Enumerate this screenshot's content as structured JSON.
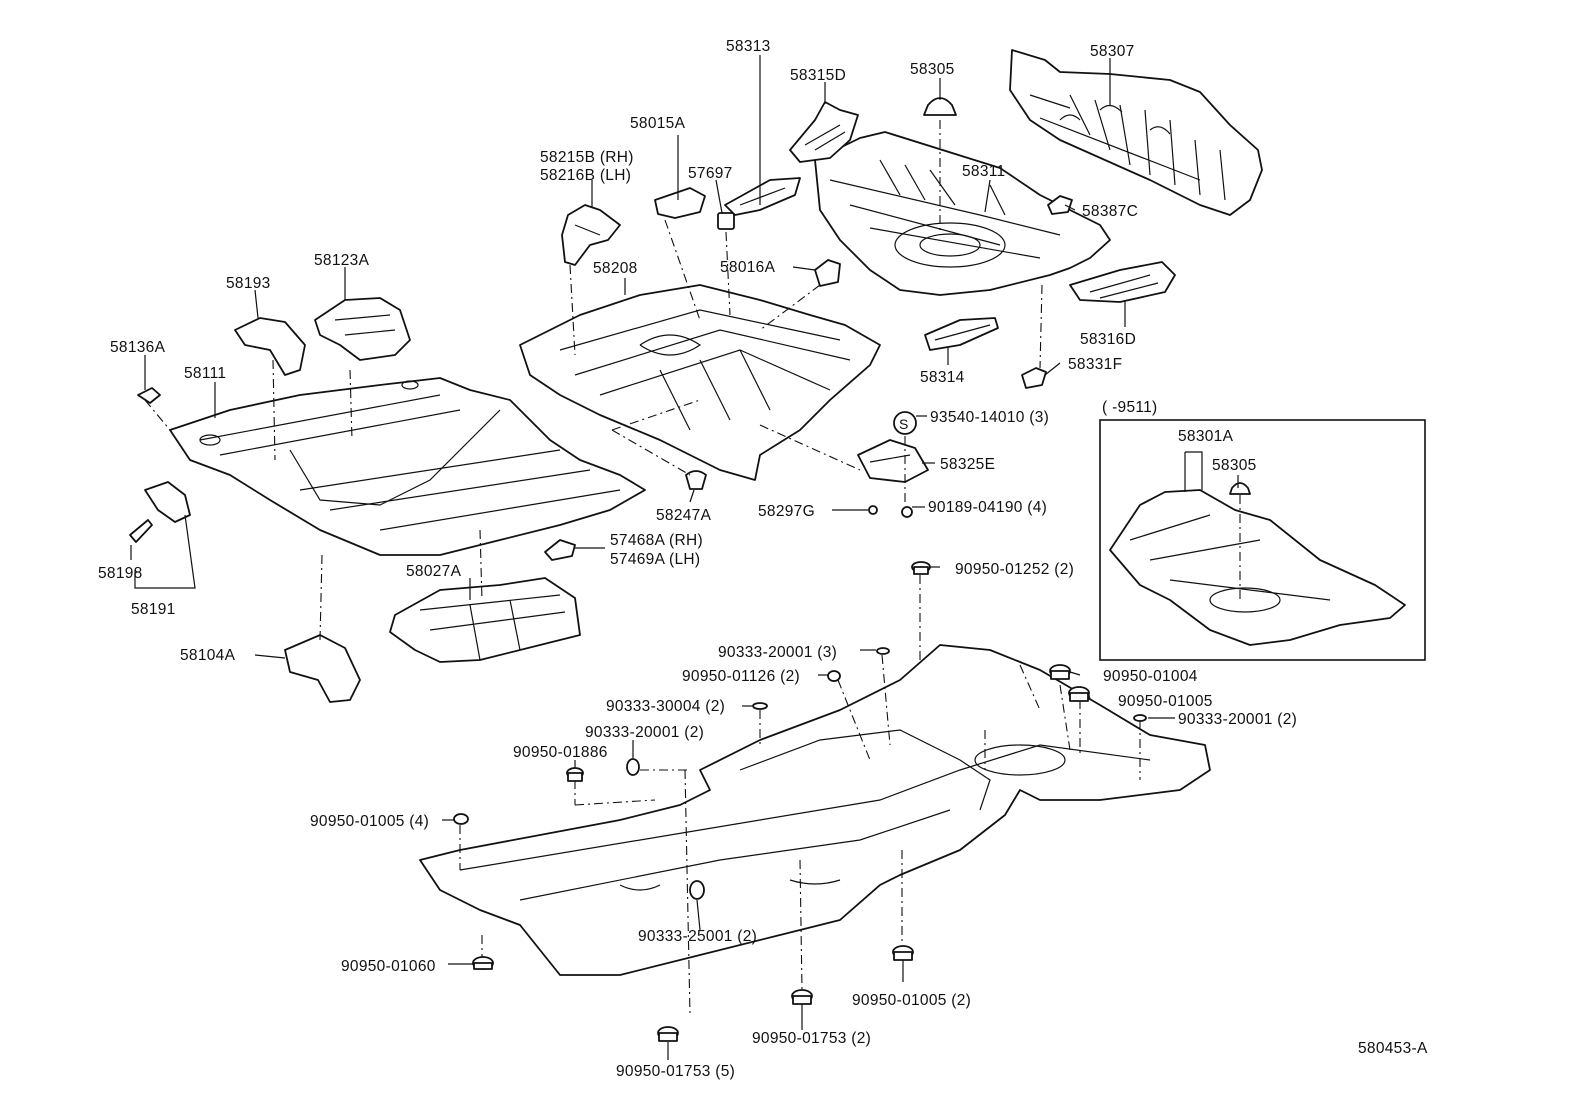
{
  "diagram_code": "580453-A",
  "inset_range": "(      -9511)",
  "callouts": [
    {
      "id": "58313",
      "text": "58313"
    },
    {
      "id": "58315D",
      "text": "58315D"
    },
    {
      "id": "58305",
      "text": "58305"
    },
    {
      "id": "58307",
      "text": "58307"
    },
    {
      "id": "58015A",
      "text": "58015A"
    },
    {
      "id": "58215B",
      "text": "58215B (RH)"
    },
    {
      "id": "58216B",
      "text": "58216B (LH)"
    },
    {
      "id": "57697",
      "text": "57697"
    },
    {
      "id": "58311",
      "text": "58311"
    },
    {
      "id": "58387C",
      "text": "58387C"
    },
    {
      "id": "58193",
      "text": "58193"
    },
    {
      "id": "58123A",
      "text": "58123A"
    },
    {
      "id": "58208",
      "text": "58208"
    },
    {
      "id": "58016A",
      "text": "58016A"
    },
    {
      "id": "58316D",
      "text": "58316D"
    },
    {
      "id": "58136A",
      "text": "58136A"
    },
    {
      "id": "58314",
      "text": "58314"
    },
    {
      "id": "58331F",
      "text": "58331F"
    },
    {
      "id": "58111",
      "text": "58111"
    },
    {
      "id": "93540-14010",
      "text": "93540-14010 (3)"
    },
    {
      "id": "58301A",
      "text": "58301A"
    },
    {
      "id": "58305-inset",
      "text": "58305"
    },
    {
      "id": "58325E",
      "text": "58325E"
    },
    {
      "id": "58247A",
      "text": "58247A"
    },
    {
      "id": "58297G",
      "text": "58297G"
    },
    {
      "id": "90189-04190",
      "text": "90189-04190 (4)"
    },
    {
      "id": "58198",
      "text": "58198"
    },
    {
      "id": "58191",
      "text": "58191"
    },
    {
      "id": "57468A",
      "text": "57468A (RH)"
    },
    {
      "id": "57469A",
      "text": "57469A (LH)"
    },
    {
      "id": "58027A",
      "text": "58027A"
    },
    {
      "id": "90950-01252",
      "text": "90950-01252 (2)"
    },
    {
      "id": "58104A",
      "text": "58104A"
    },
    {
      "id": "90333-20001-3",
      "text": "90333-20001 (3)"
    },
    {
      "id": "90950-01126",
      "text": "90950-01126 (2)"
    },
    {
      "id": "90950-01004",
      "text": "90950-01004"
    },
    {
      "id": "90950-01005-a",
      "text": "90950-01005"
    },
    {
      "id": "90333-30004",
      "text": "90333-30004 (2)"
    },
    {
      "id": "90333-20001-2b",
      "text": "90333-20001 (2)"
    },
    {
      "id": "90333-20001-2a",
      "text": "90333-20001 (2)"
    },
    {
      "id": "90950-01886",
      "text": "90950-01886"
    },
    {
      "id": "90950-01005-4",
      "text": "90950-01005 (4)"
    },
    {
      "id": "90333-25001",
      "text": "90333-25001 (2)"
    },
    {
      "id": "90950-01060",
      "text": "90950-01060"
    },
    {
      "id": "90950-01005-2",
      "text": "90950-01005 (2)"
    },
    {
      "id": "90950-01753-2",
      "text": "90950-01753 (2)"
    },
    {
      "id": "90950-01753-5",
      "text": "90950-01753 (5)"
    }
  ]
}
